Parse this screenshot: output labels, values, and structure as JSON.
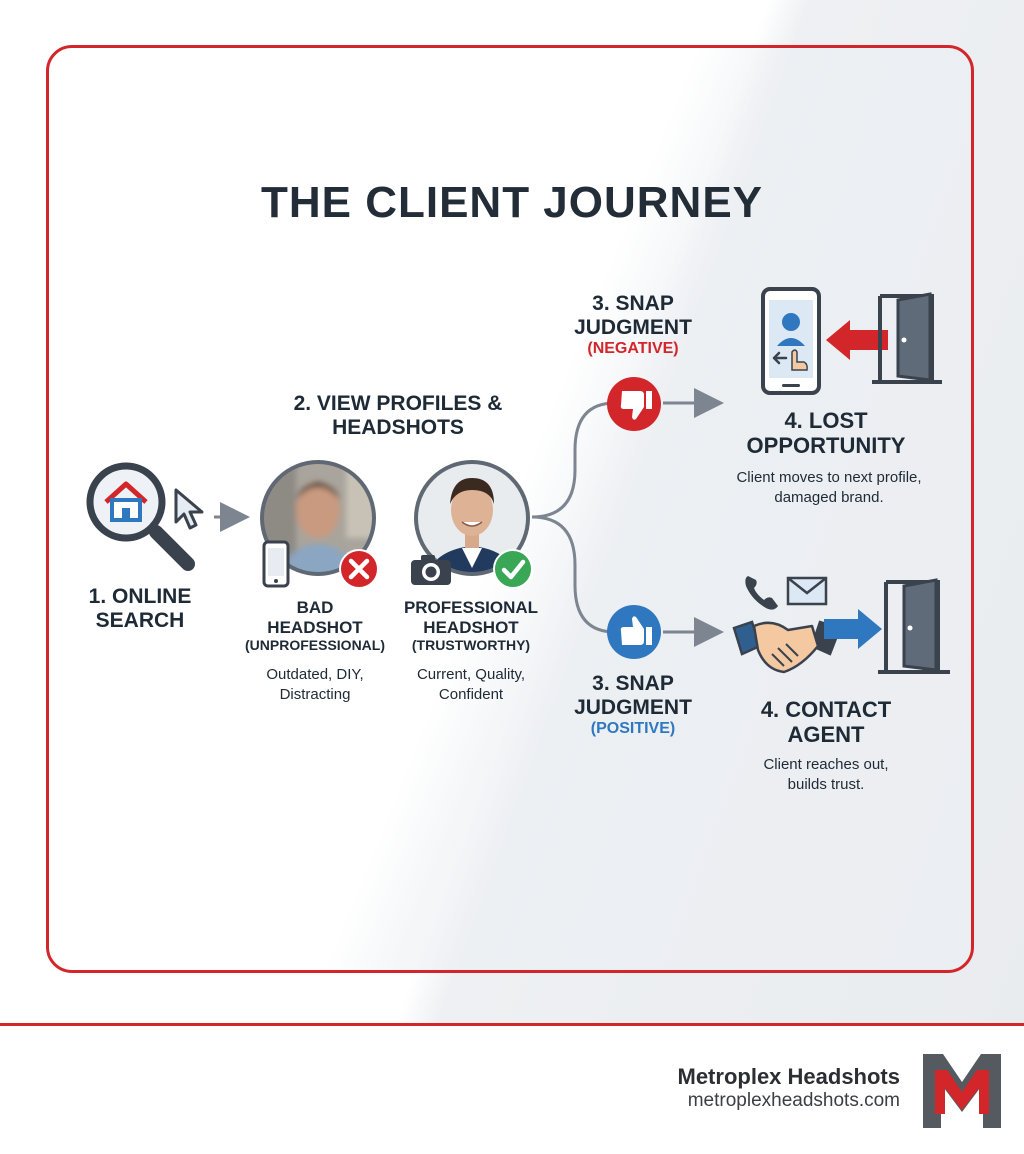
{
  "title": "THE CLIENT JOURNEY",
  "steps": {
    "online_search": "1. ONLINE SEARCH",
    "view_profiles": "2. VIEW PROFILES & HEADSHOTS",
    "bad_headshot": {
      "title": "BAD HEADSHOT",
      "sub": "(UNPROFESSIONAL)",
      "desc": "Outdated, DIY, Distracting"
    },
    "pro_headshot": {
      "title": "PROFESSIONAL HEADSHOT",
      "sub": "(TRUSTWORTHY)",
      "desc": "Current, Quality, Confident"
    },
    "snap_negative": {
      "title": "3. SNAP JUDGMENT",
      "sub": "(NEGATIVE)"
    },
    "snap_positive": {
      "title": "3. SNAP JUDGMENT",
      "sub": "(POSITIVE)"
    },
    "lost": {
      "title": "4. LOST OPPORTUNITY",
      "desc": "Client moves to next profile, damaged brand."
    },
    "contact": {
      "title": "4. CONTACT AGENT",
      "desc": "Client reaches out, builds trust."
    }
  },
  "footer": {
    "brand_name": "Metroplex Headshots",
    "brand_url": "metroplexheadshots.com"
  },
  "colors": {
    "accent_red": "#d3262a",
    "positive_blue": "#2f78c0",
    "check_green": "#3aa757",
    "arrow_grey": "#7c8590"
  },
  "icons": [
    "house-search-icon",
    "cursor-icon",
    "phone-icon",
    "camera-icon",
    "x-mark-icon",
    "check-mark-icon",
    "thumbs-down-icon",
    "thumbs-up-icon",
    "phone-profile-icon",
    "door-icon",
    "handshake-icon",
    "envelope-icon",
    "telephone-icon",
    "logo-m-icon"
  ]
}
